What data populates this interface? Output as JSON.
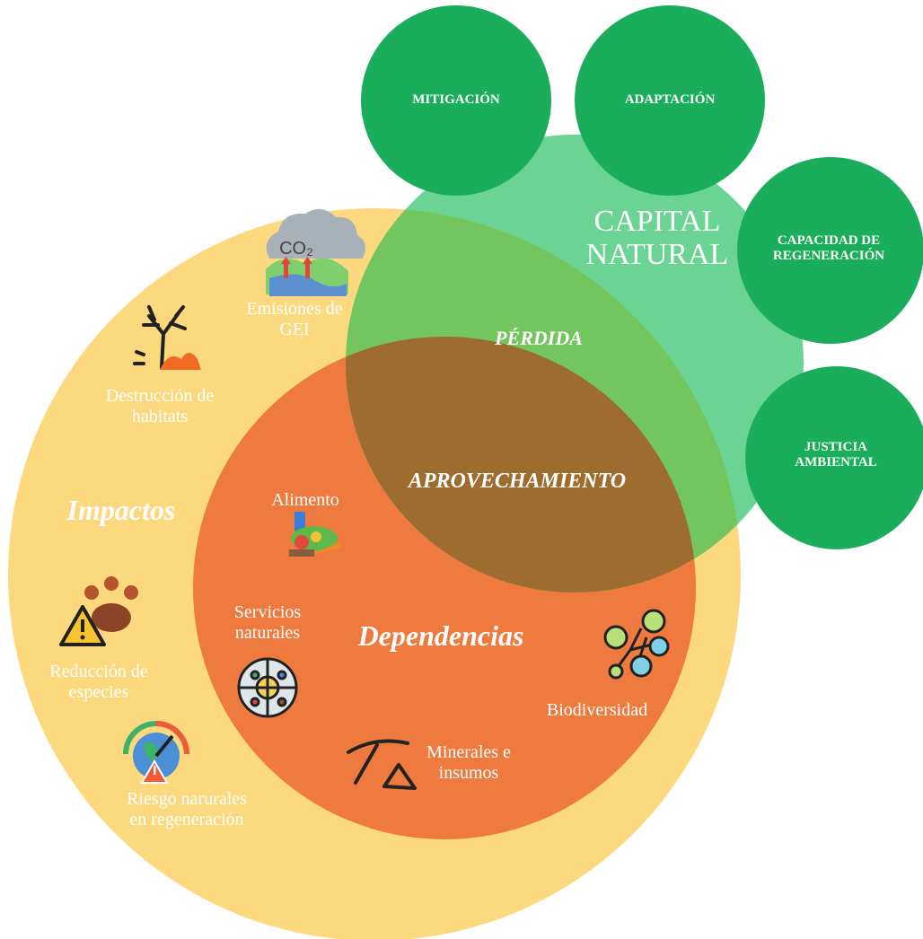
{
  "colors": {
    "impactos": "#fcd97f",
    "dependencias": "#ef7a3f",
    "capital_natural": "#5ed08b",
    "overlap": "#9e6c2f",
    "perdida_zone": "#73c55e",
    "satellite": "#1aae5c"
  },
  "satellites": {
    "mitigacion": "MITIGACIÓN",
    "adaptacion": "ADAPTACIÓN",
    "regeneracion": "CAPACIDAD DE\nREGENERACIÓN",
    "justicia": "JUSTICIA\nAMBIENTAL"
  },
  "capital": "CAPITAL\nNATURAL",
  "zones": {
    "perdida": "PÉRDIDA",
    "aprovechamiento": "APROVECHAMIENTO",
    "impactos": "Impactos",
    "dependencias": "Dependencias"
  },
  "impact_items": {
    "emisiones": "Emisiones de\nGEI",
    "destruccion": "Destrucción de\nhabitats",
    "reduccion": "Reducción de\nespecies",
    "riesgo": "Riesgo narurales\nen regeneración"
  },
  "dependency_items": {
    "alimento": "Alimento",
    "servicios": "Servicios\nnaturales",
    "biodiversidad": "Biodiversidad",
    "minerales": "Minerales e\ninsumos"
  },
  "icon_text": {
    "co2": "CO₂"
  }
}
